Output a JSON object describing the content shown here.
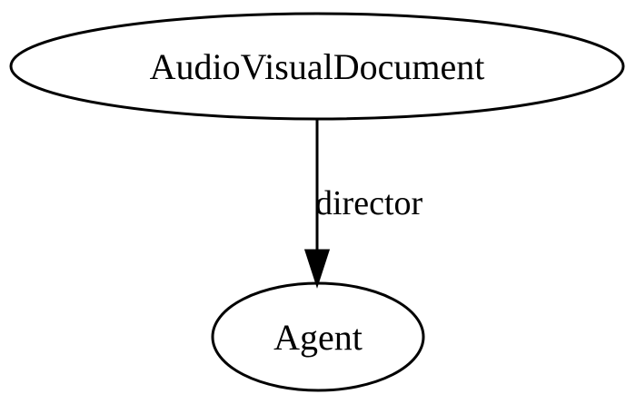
{
  "nodes": [
    {
      "id": "audiovisualdocument",
      "label": "AudioVisualDocument"
    },
    {
      "id": "agent",
      "label": "Agent"
    }
  ],
  "edges": [
    {
      "from": "audiovisualdocument",
      "to": "agent",
      "label": "director"
    }
  ]
}
